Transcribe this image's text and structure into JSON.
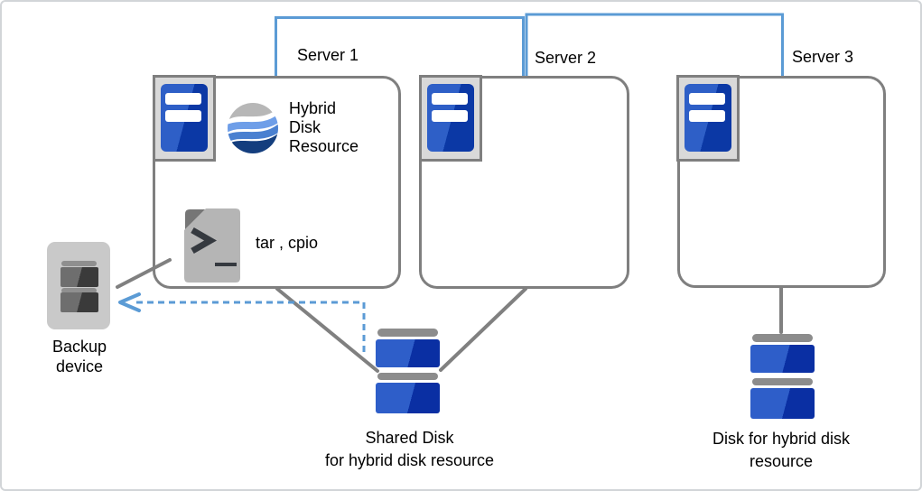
{
  "colors": {
    "connector_blue": "#5B9BD5",
    "connector_gray": "#808080",
    "box_border_gray": "#7F7F7F",
    "server_icon_blue_light": "#2E5FC7",
    "server_icon_blue_dark": "#0B38A5",
    "disk_blue_light": "#2E5EC9",
    "disk_blue_dark": "#0A2FA3",
    "sphere_gray": "#B7B7B7",
    "sphere_blue_light": "#6E9EE8",
    "sphere_blue_mid": "#4A80D0",
    "sphere_navy": "#143E7E"
  },
  "servers": [
    {
      "label": "Server 1",
      "icon": "server-icon"
    },
    {
      "label": "Server 2",
      "icon": "server-icon"
    },
    {
      "label": "Server 3",
      "icon": "server-icon"
    }
  ],
  "server1_contents": {
    "hybrid_disk_resource": {
      "icon": "wave-sphere-icon",
      "label_lines": [
        "Hybrid",
        "Disk",
        "Resource"
      ]
    },
    "backup_tools": {
      "icon": "shell-script-icon",
      "label": "tar , cpio"
    }
  },
  "backup_device": {
    "icon": "backup-device-icon",
    "label_lines": [
      "Backup",
      "device"
    ]
  },
  "shared_disk": {
    "icon": "shared-disk-icon",
    "label_lines": [
      "Shared Disk",
      "for hybrid disk resource"
    ]
  },
  "hybrid_disk": {
    "icon": "disk-icon",
    "label_lines": [
      "Disk for hybrid disk",
      "resource"
    ]
  }
}
